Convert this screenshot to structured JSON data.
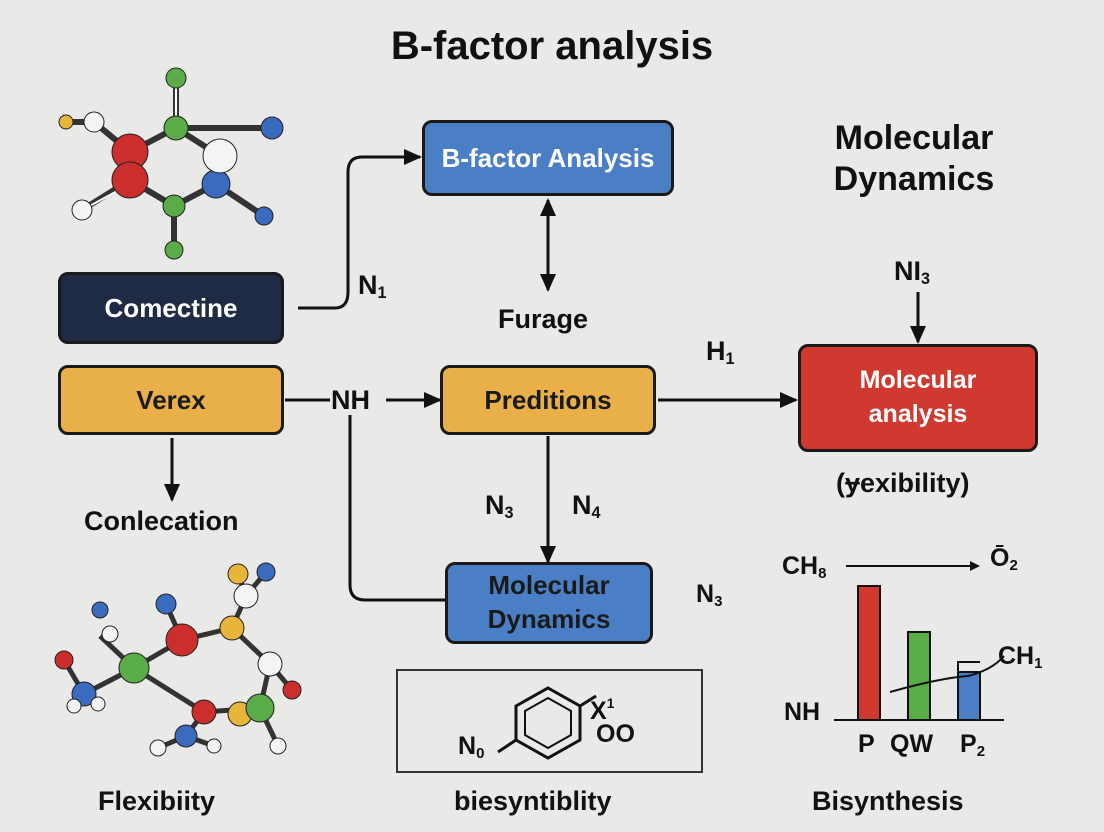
{
  "title": "B-factor analysis",
  "boxes": {
    "bfactor": "B-factor Analysis",
    "comectine": "Comectine",
    "verex": "Verex",
    "preditions": "Preditions",
    "md_box": "Molecular Dynamics",
    "mol_analysis": "Molecular analysis"
  },
  "labels": {
    "md_heading": "Molecular Dynamics",
    "n1": "N",
    "n1_sub": "1",
    "furage": "Furage",
    "nh": "NH",
    "h1": "H",
    "h1_sub": "1",
    "ni3": "NI",
    "ni3_sub": "3",
    "conlecation": "Conlecation",
    "n3": "N",
    "n3_sub": "3",
    "n4": "N",
    "n4_sub": "4",
    "n3_right": "N",
    "n3_right_sub": "3",
    "flexibility_paren": "(ɏexibility)",
    "ch8": "CH",
    "ch8_sub": "8",
    "o2": "Ō",
    "o2_sub": "2",
    "ch1": "CH",
    "ch1_sub": "1",
    "nh_chart": "NH",
    "p": "P",
    "qw": "QW",
    "p2": "P",
    "p2_sub": "2",
    "n0": "N",
    "n0_sub": "0",
    "x1": "X",
    "x1_sup": "1",
    "oo": "OO",
    "flexibiity": "Flexibiity",
    "biesyntiblity": "biesyntiblity",
    "bisynthesis": "Bisynthesis"
  },
  "colors": {
    "navy": "#1f2a44",
    "gold": "#e9b04a",
    "blue": "#4a7fc6",
    "red": "#d0392f",
    "green": "#5aac48"
  }
}
